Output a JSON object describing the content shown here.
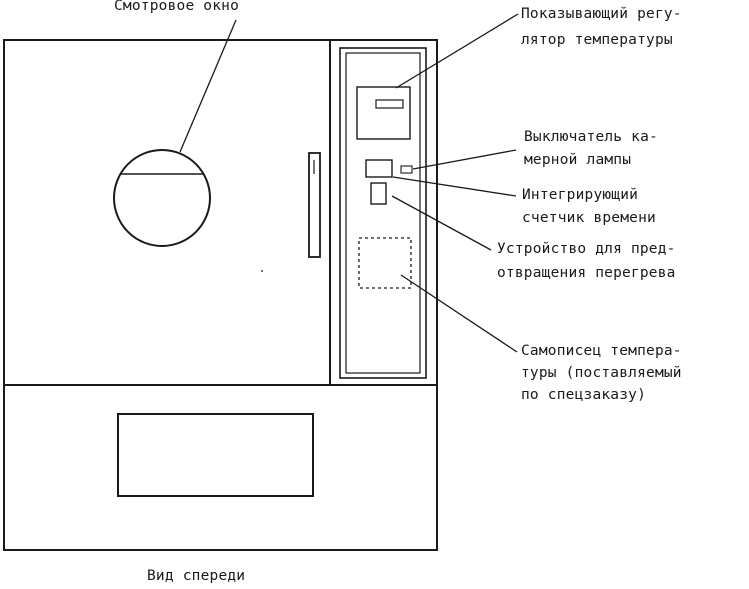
{
  "labels": {
    "viewing_window": "Смотровое окно",
    "temp_controller": [
      "Показывающий регу-",
      "лятор температуры"
    ],
    "lamp_switch": [
      "Выключатель ка-",
      "мерной лампы"
    ],
    "time_counter": [
      "Интегрирующий",
      "счетчик времени"
    ],
    "overheat_protection": [
      "Устройство для пред-",
      "отвращения перегрева"
    ],
    "temp_recorder": [
      "Самописец темпера-",
      "туры (поставляемый",
      "по спецзаказу)"
    ],
    "caption": "Вид спереди"
  },
  "colors": {
    "line": "#1a1a1a",
    "background": "#ffffff"
  }
}
